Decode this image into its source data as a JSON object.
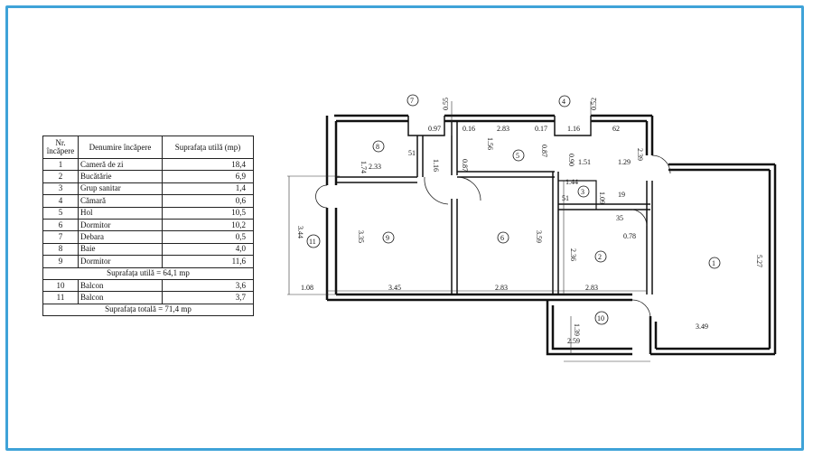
{
  "table": {
    "headers": {
      "nr": "Nr. încăpere",
      "name": "Denumire încăpere",
      "area": "Suprafața utilă (mp)"
    },
    "rows": [
      {
        "nr": "1",
        "name": "Cameră de zi",
        "area": "18,4"
      },
      {
        "nr": "2",
        "name": "Bucătărie",
        "area": "6,9"
      },
      {
        "nr": "3",
        "name": "Grup sanitar",
        "area": "1,4"
      },
      {
        "nr": "4",
        "name": "Cămară",
        "area": "0,6"
      },
      {
        "nr": "5",
        "name": "Hol",
        "area": "10,5"
      },
      {
        "nr": "6",
        "name": "Dormitor",
        "area": "10,2"
      },
      {
        "nr": "7",
        "name": "Debara",
        "area": "0,5"
      },
      {
        "nr": "8",
        "name": "Baie",
        "area": "4,0"
      },
      {
        "nr": "9",
        "name": "Dormitor",
        "area": "11,6"
      }
    ],
    "subtotal": "Suprafața utilă = 64,1 mp",
    "balcony_rows": [
      {
        "nr": "10",
        "name": "Balcon",
        "area": "3,6"
      },
      {
        "nr": "11",
        "name": "Balcon",
        "area": "3,7"
      }
    ],
    "total": "Suprafața totală = 71,4 mp"
  },
  "plan": {
    "rooms": [
      "1",
      "2",
      "3",
      "4",
      "5",
      "6",
      "7",
      "8",
      "9",
      "10",
      "11"
    ],
    "dims": [
      "0.55",
      "0.97",
      "0.16",
      "2.83",
      "0.17",
      "1.16",
      "0.52",
      "62",
      "1.74",
      "2.33",
      "51",
      "1.16",
      "0.87",
      "1.56",
      "0.87",
      "0.90",
      "1.51",
      "1.29",
      "2.39",
      "1.44",
      "51",
      "1.09",
      "19",
      "35",
      "0.78",
      "3.44",
      "3.35",
      "3.59",
      "2.36",
      "5.27",
      "1.08",
      "3.45",
      "2.83",
      "2.83",
      "1.39",
      "2.59",
      "3.49"
    ]
  }
}
